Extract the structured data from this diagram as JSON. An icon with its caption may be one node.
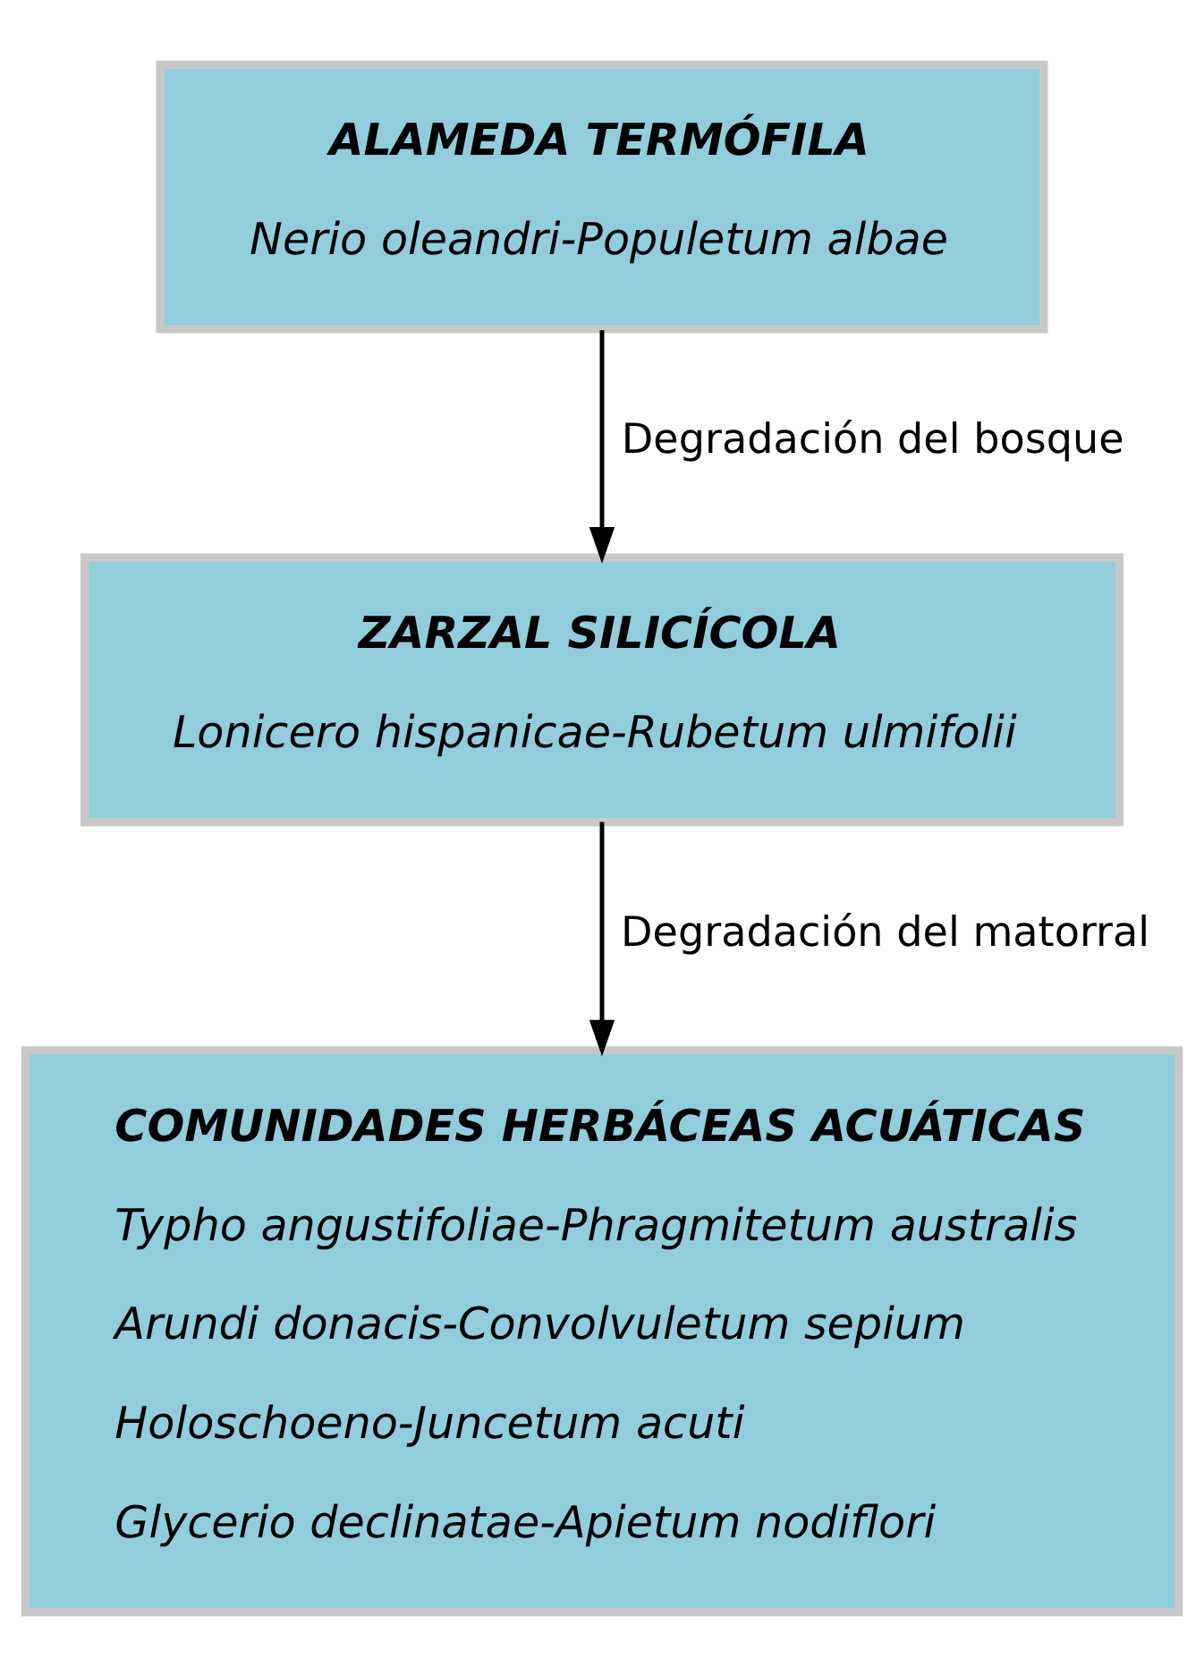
{
  "diagram": {
    "nodes": [
      {
        "text": [
          "ALAMEDA TERMÓFILA",
          "Nerio oleandri-Populetum albae"
        ]
      },
      {
        "text": [
          "ZARZAL SILICÍCOLA",
          "Lonicero hispanicae-Rubetum ulmifolii"
        ]
      },
      {
        "text": [
          "COMUNIDADES HERBÁCEAS ACUÁTICAS",
          "Typho angustifoliae-Phragmitetum australis",
          "Arundi donacis-Convolvuletum sepium",
          "Holoschoeno-Juncetum acuti",
          "Glycerio declinatae-Apietum nodiflori"
        ]
      }
    ],
    "edges": [
      {
        "from": 0,
        "to": 1,
        "arrow": "to",
        "label": "Degradación del bosque"
      },
      {
        "from": 1,
        "to": 2,
        "arrow": "to",
        "label": "Degradación del matorral"
      }
    ]
  }
}
